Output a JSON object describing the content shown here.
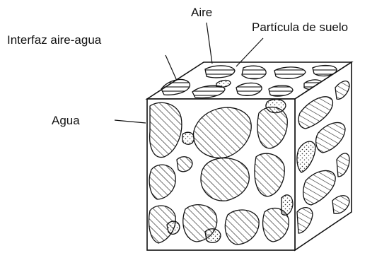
{
  "labels": {
    "air": "Aire",
    "soil_particle": "Partícula de suelo",
    "air_water_interface": "Interfaz aire-agua",
    "water": "Agua"
  },
  "colors": {
    "ink": "#111111",
    "background": "#ffffff"
  }
}
